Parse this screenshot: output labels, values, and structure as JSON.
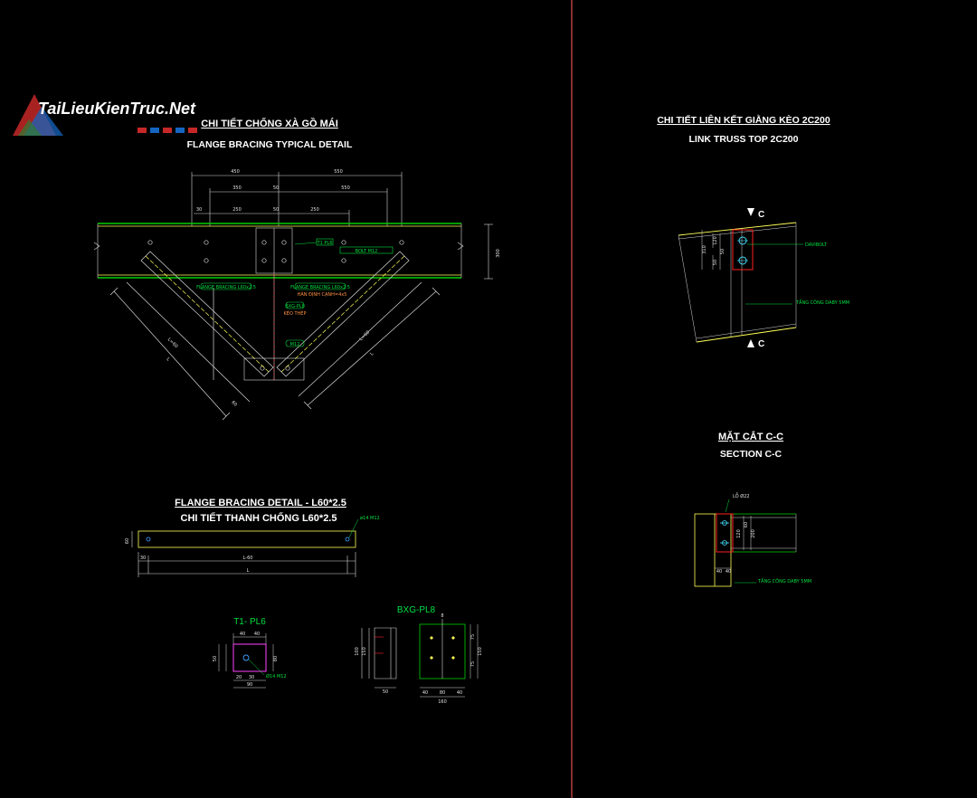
{
  "watermark": {
    "text": "TaiLieuKienTruc.Net"
  },
  "colors": {
    "background": "#000000",
    "divider": "#e05050",
    "beam": "#00d000",
    "flange": "#ffff55",
    "red": "#ff2020",
    "magenta": "#ff40ff",
    "cyan": "#40e0ff",
    "dim": "#d8d8d8"
  },
  "flange_bracing_typical": {
    "title_vi": "CHI TIẾT CHỐNG XÀ GỒ MÁI",
    "title_en": "FLANGE BRACING TYPICAL DETAIL",
    "dims": [
      "450",
      "550",
      "350",
      "50",
      "550",
      "30",
      "250",
      "50",
      "250",
      "300"
    ],
    "tag1": "T1 PL6",
    "bracing_label_left": "FLANGE BRACING L60x2.5",
    "bracing_label_right": "FLANGE BRACING L60x2.5",
    "bolt_label": "BOLT M12",
    "weld_note": "HÀN ĐỊNH CẠNH=4x5",
    "length_label_left": "L=60",
    "length_label_right": "L=60",
    "seg_l": "L",
    "dim_60": "60",
    "bolt_note": "BXG-PL8",
    "roof_note": "KÈO THÉP",
    "bolt2": "M12",
    "side_dim": "300"
  },
  "link_truss": {
    "title_vi": "CHI TIẾT LIÊN KẾT GIẰNG KÈO 2C200",
    "title_en": "LINK TRUSS TOP 2C200",
    "section_mark": "C",
    "dims": [
      "310",
      "120",
      "50",
      "50"
    ],
    "note": "TẤNG CÔNG DABY 5MM",
    "tag": "DAVIBOLT"
  },
  "section_cc": {
    "title_vi": "MẶT CẮT C-C",
    "title_en": "SECTION C-C",
    "hole_label": "LỖ Ø22",
    "dims": [
      "200",
      "120",
      "60",
      "40",
      "40"
    ],
    "note": "TẤNG CÔNG DABY 5MM"
  },
  "flange_bracing_detail": {
    "title_en": "FLANGE BRACING DETAIL - L60*2.5",
    "title_vi": "CHI TIẾT THANH CHỐNG L60*2.5",
    "hole_label": "ø14 M12",
    "length_label": "L-60",
    "overall_label": "L",
    "end_dim": "30",
    "depth_dim": "60"
  },
  "plate_t1": {
    "title": "T1- PL6",
    "dims": [
      "40",
      "40",
      "50",
      "80",
      "20",
      "30",
      "90"
    ],
    "hole_label": "Ø14 M12"
  },
  "plate_bxg": {
    "title": "BXG-PL8",
    "dims": [
      "100",
      "150",
      "75",
      "75",
      "150",
      "40",
      "80",
      "40",
      "160",
      "50",
      "8"
    ]
  }
}
